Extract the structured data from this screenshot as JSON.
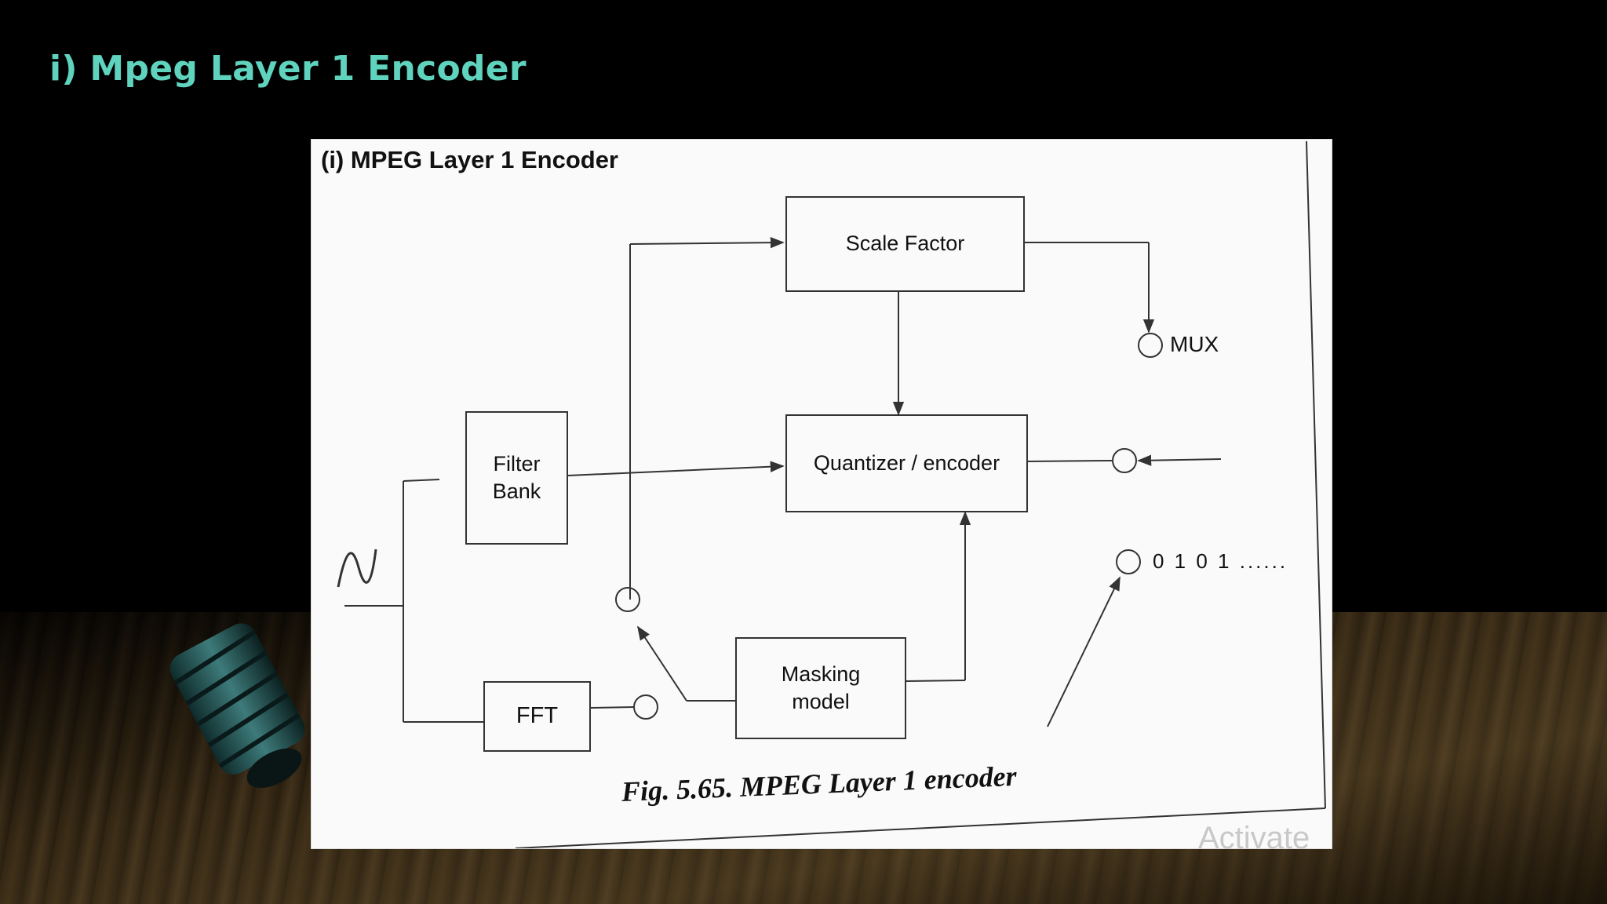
{
  "slide": {
    "title": "i) Mpeg Layer 1 Encoder"
  },
  "figure": {
    "heading": "(i) MPEG Layer 1 Encoder",
    "blocks": {
      "scale_factor": "Scale Factor",
      "filter_bank": "Filter\nBank",
      "quantizer": "Quantizer / encoder",
      "fft": "FFT",
      "masking_model": "Masking\nmodel"
    },
    "labels": {
      "mux": "MUX",
      "bits": "0 1 0 1 ......"
    },
    "caption": "Fig. 5.65. MPEG Layer 1 encoder",
    "watermark": "Activate"
  },
  "colors": {
    "title": "#5fd3bd",
    "paper": "#fafafa",
    "ink": "#333333"
  }
}
